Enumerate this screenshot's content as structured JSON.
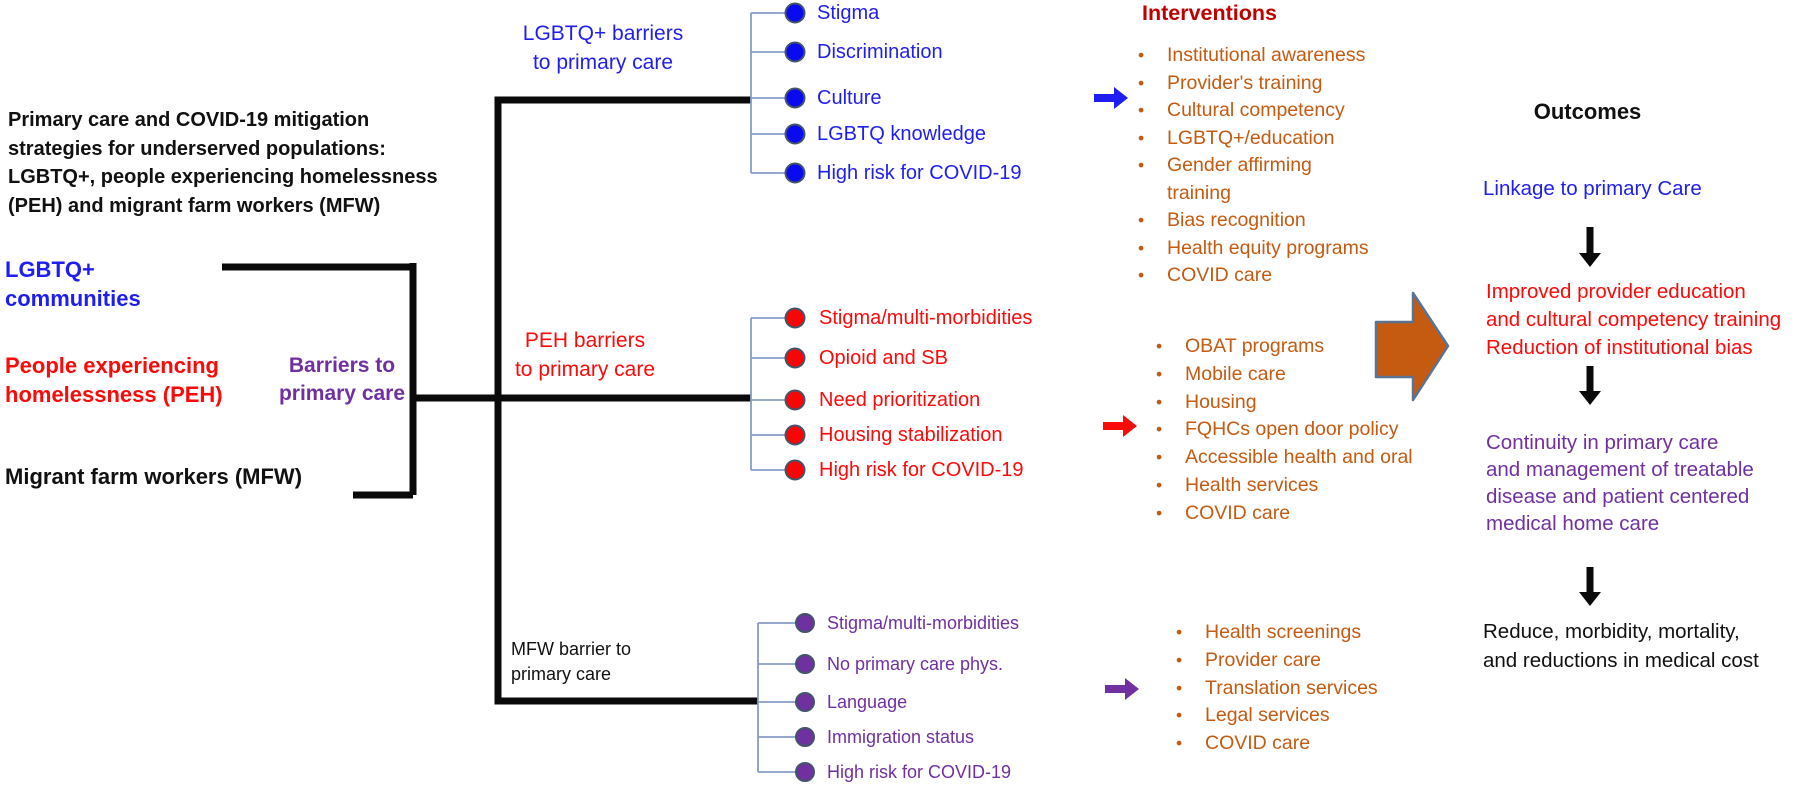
{
  "left": {
    "title": "Primary care and COVID-19 mitigation\nstrategies for underserved populations:\nLGBTQ+, people experiencing homelessness\n(PEH) and migrant farm workers (MFW)",
    "groups": {
      "lgbtq": "LGBTQ+\ncommunities",
      "peh": "People experiencing\nhomelessness (PEH)",
      "mfw": "Migrant farm workers (MFW)"
    },
    "barriers_label": "Barriers to\nprimary care"
  },
  "tree": {
    "lgbtq": {
      "label": "LGBTQ+ barriers\nto primary care",
      "items": [
        "Stigma",
        "Discrimination",
        "Culture",
        "LGBTQ knowledge",
        "High risk for COVID-19"
      ]
    },
    "peh": {
      "label": "PEH barriers\nto primary care",
      "items": [
        "Stigma/multi-morbidities",
        "Opioid and SB",
        "Need prioritization",
        "Housing stabilization",
        "High risk for COVID-19"
      ]
    },
    "mfw": {
      "label": "MFW barrier to\nprimary care",
      "items": [
        "Stigma/multi-morbidities",
        "No primary care phys.",
        "Language",
        "Immigration status",
        "High risk for COVID-19"
      ]
    }
  },
  "interventions": {
    "heading": "Interventions",
    "group1": {
      "items": [
        "Institutional awareness",
        "Provider's training",
        "Cultural competency",
        "LGBTQ+/education",
        "Gender affirming\ntraining",
        "Bias recognition",
        "Health equity programs",
        "COVID care"
      ]
    },
    "group2": {
      "items": [
        "OBAT programs",
        "Mobile care",
        "Housing",
        "FQHCs open door policy",
        "Accessible health and oral",
        "Health services",
        "COVID care"
      ]
    },
    "group3": {
      "items": [
        "Health screenings",
        "Provider care",
        "Translation services",
        "Legal services",
        "COVID care"
      ]
    }
  },
  "outcomes": {
    "heading": "Outcomes",
    "steps": [
      "Linkage to primary Care",
      "Improved provider education\nand cultural competency training\nReduction of institutional bias",
      "Continuity in primary care\nand management of treatable\ndisease and patient centered\nmedical home care",
      "Reduce, morbidity, mortality,\nand reductions in medical cost"
    ]
  },
  "icons": {
    "blue_arrow": "right-arrow",
    "red_arrow": "right-arrow",
    "purple_arrow": "right-arrow",
    "big_orange_arrow": "right-block-arrow",
    "outcome_arrows": "down-arrow",
    "node_marker": "filled-circle"
  },
  "colors": {
    "black_text": "#111111",
    "blue": "#1e1ef2",
    "red": "#fb0a0a",
    "purple": "#7030a0",
    "orange": "#c55a11",
    "heading_red": "#c00000",
    "connector": "#879cc7",
    "dot_outline": "#44546a",
    "arrow_outline": "#5b7393",
    "line_black": "#0a0a0a",
    "blue_dot": "#0a0af0",
    "red_dot": "#fa0505",
    "purple_dot": "#7030a0"
  }
}
